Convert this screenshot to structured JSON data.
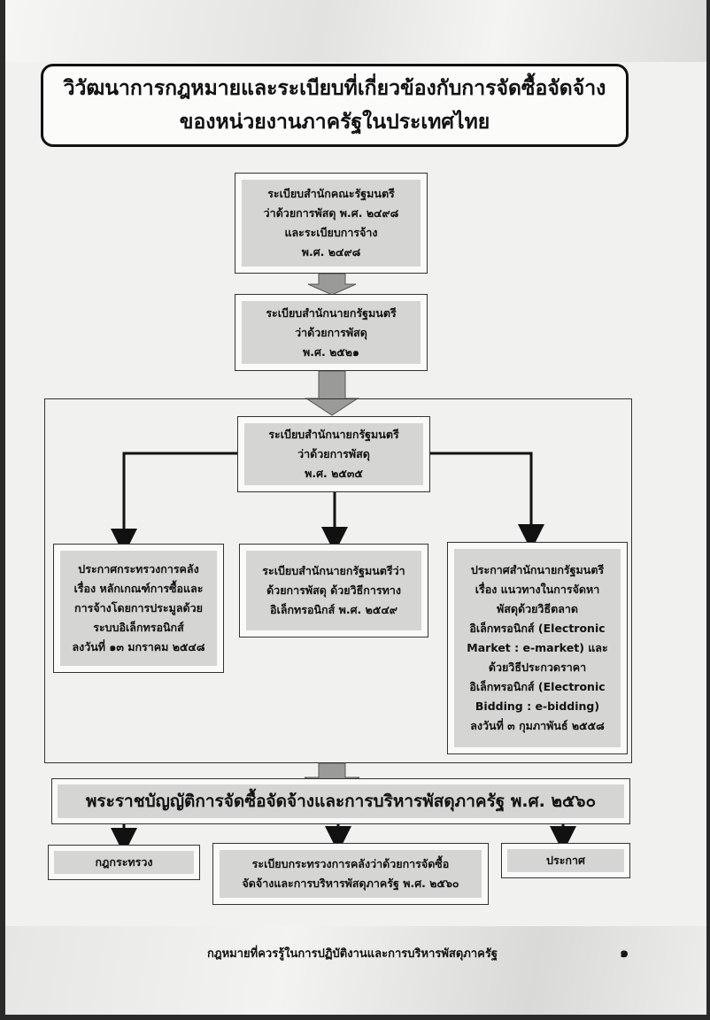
{
  "title": {
    "line1": "วิวัฒนาการกฎหมายและระเบียบที่เกี่ยวข้องกับการจัดซื้อจัดจ้าง",
    "line2": "ของหน่วยงานภาครัฐในประเทศไทย"
  },
  "flow": {
    "reg_2498": [
      "ระเบียบสำนักคณะรัฐมนตรี",
      "ว่าด้วยการพัสดุ พ.ศ. ๒๔๙๘",
      "และระเบียบการจ้าง",
      "พ.ศ. ๒๔๙๘"
    ],
    "reg_2521": [
      "ระเบียบสำนักนายกรัฐมนตรี",
      "ว่าด้วยการพัสดุ",
      "พ.ศ. ๒๕๒๑"
    ],
    "reg_2535": [
      "ระเบียบสำนักนายกรัฐมนตรี",
      "ว่าด้วยการพัสดุ",
      "พ.ศ. ๒๕๓๕"
    ],
    "announce_2548": [
      "ประกาศกระทรวงการคลัง",
      "เรื่อง หลักเกณฑ์การซื้อและ",
      "การจ้างโดยการประมูลด้วย",
      "ระบบอิเล็กทรอนิกส์",
      "ลงวันที่ ๑๓ มกราคม ๒๕๔๘"
    ],
    "reg_2549": [
      "ระเบียบสำนักนายกรัฐมนตรีว่า",
      "ด้วยการพัสดุ ด้วยวิธีการทาง",
      "อิเล็กทรอนิกส์ พ.ศ. ๒๕๔๙"
    ],
    "announce_2558": [
      "ประกาศสำนักนายกรัฐมนตรี",
      "เรื่อง แนวทางในการจัดหา",
      "พัสดุด้วยวิธีตลาด",
      "อิเล็กทรอนิกส์ (Electronic",
      "Market : e-market) และ",
      "ด้วยวิธีประกวดราคา",
      "อิเล็กทรอนิกส์ (Electronic",
      "Bidding : e-bidding)",
      "ลงวันที่ ๓ กุมภาพันธ์ ๒๕๕๘"
    ],
    "act_2560": "พระราชบัญญัติการจัดซื้อจัดจ้างและการบริหารพัสดุภาครัฐ พ.ศ. ๒๕๖๐",
    "ministerial": "กฎกระทรวง",
    "reg_mof_2560": [
      "ระเบียบกระทรวงการคลังว่าด้วยการจัดซื้อ",
      "จัดจ้างและการบริหารพัสดุภาครัฐ พ.ศ. ๒๕๖๐"
    ],
    "announcement": "ประกาศ"
  },
  "footer": {
    "text": "กฎหมายที่ควรรู้ในการปฏิบัติงานและการบริหารพัสดุภาครัฐ",
    "page_number": "๑"
  }
}
